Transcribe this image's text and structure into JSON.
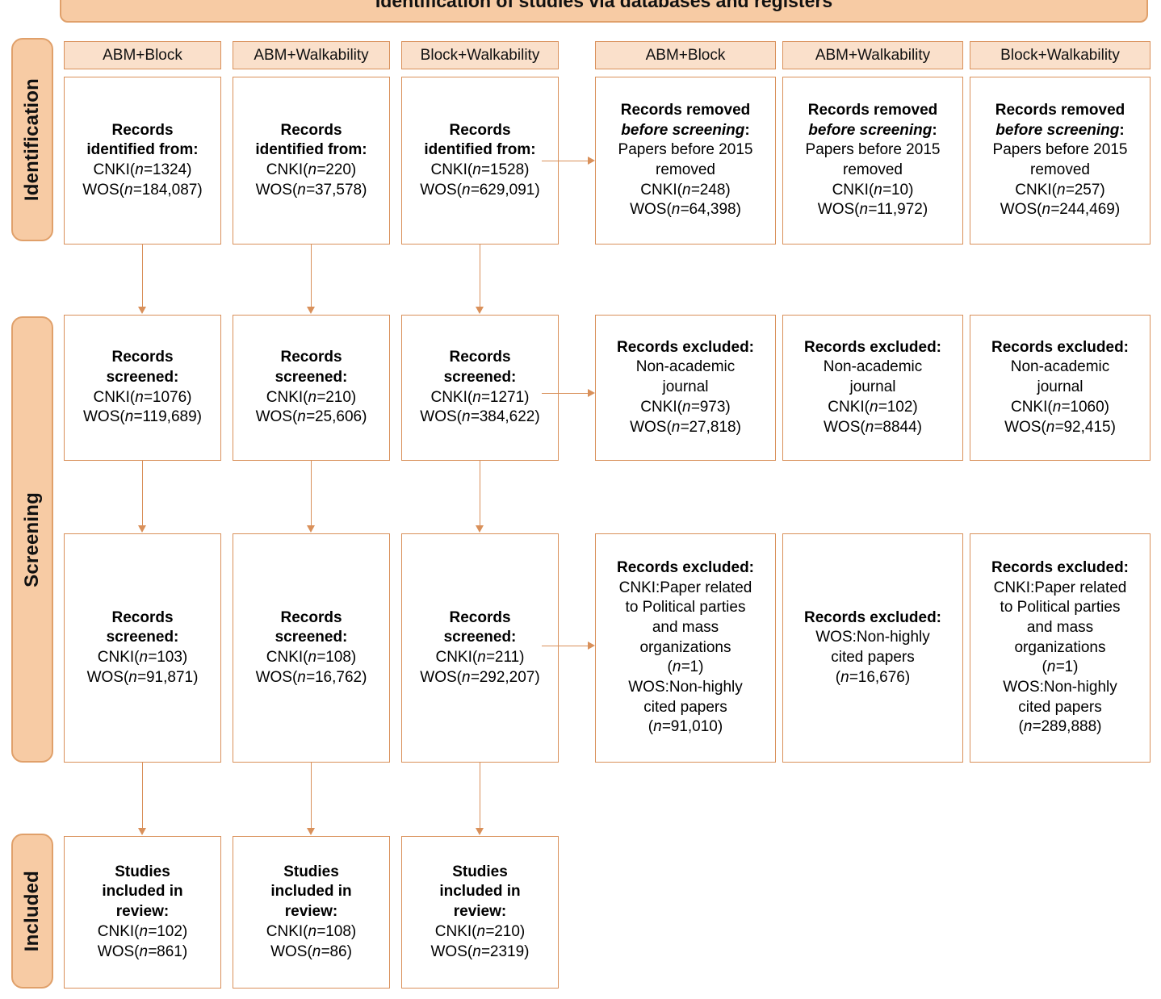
{
  "header": {
    "title": "Identification of studies via databases and registers"
  },
  "stages": [
    {
      "name": "identification",
      "label": "Identification"
    },
    {
      "name": "screening",
      "label": "Screening"
    },
    {
      "name": "included",
      "label": "Included"
    }
  ],
  "column_headers": {
    "left": [
      "ABM+Block",
      "ABM+Walkability",
      "Block+Walkability"
    ],
    "right": [
      "ABM+Block",
      "ABM+Walkability",
      "Block+Walkability"
    ]
  },
  "identification": {
    "records_identified": [
      {
        "title": "Records\nidentified from:",
        "cnki": "CNKI(n=1324)",
        "wos": "WOS(n=184,087)"
      },
      {
        "title": "Records\nidentified from:",
        "cnki": "CNKI(n=220)",
        "wos": "WOS(n=37,578)"
      },
      {
        "title": "Records\nidentified from:",
        "cnki": "CNKI(n=1528)",
        "wos": "WOS(n=629,091)"
      }
    ],
    "records_removed": [
      {
        "title": "Records removed",
        "title_italic": "before screening",
        "reason": "Papers before 2015\nremoved",
        "cnki": "CNKI(n=248)",
        "wos": "WOS(n=64,398)"
      },
      {
        "title": "Records removed",
        "title_italic": "before screening",
        "reason": "Papers before 2015\nremoved",
        "cnki": "CNKI(n=10)",
        "wos": "WOS(n=11,972)"
      },
      {
        "title": "Records removed",
        "title_italic": "before screening",
        "reason": "Papers before 2015\nremoved",
        "cnki": "CNKI(n=257)",
        "wos": "WOS(n=244,469)"
      }
    ]
  },
  "screening": {
    "screened_row1": [
      {
        "title": "Records\nscreened:",
        "cnki": "CNKI(n=1076)",
        "wos": "WOS(n=119,689)"
      },
      {
        "title": "Records\nscreened:",
        "cnki": "CNKI(n=210)",
        "wos": "WOS(n=25,606)"
      },
      {
        "title": "Records\nscreened:",
        "cnki": "CNKI(n=1271)",
        "wos": "WOS(n=384,622)"
      }
    ],
    "excluded_row1": [
      {
        "title": "Records excluded:",
        "reason": "Non-academic\njournal",
        "cnki": "CNKI(n=973)",
        "wos": "WOS(n=27,818)"
      },
      {
        "title": "Records excluded:",
        "reason": "Non-academic\njournal",
        "cnki": "CNKI(n=102)",
        "wos": "WOS(n=8844)"
      },
      {
        "title": "Records excluded:",
        "reason": "Non-academic\njournal",
        "cnki": "CNKI(n=1060)",
        "wos": "WOS(n=92,415)"
      }
    ],
    "screened_row2": [
      {
        "title": "Records\nscreened:",
        "cnki": "CNKI(n=103)",
        "wos": "WOS(n=91,871)"
      },
      {
        "title": "Records\nscreened:",
        "cnki": "CNKI(n=108)",
        "wos": "WOS(n=16,762)"
      },
      {
        "title": "Records\nscreened:",
        "cnki": "CNKI(n=211)",
        "wos": "WOS(n=292,207)"
      }
    ],
    "excluded_row2": [
      {
        "title": "Records excluded:",
        "cnki_reason": "CNKI:Paper related\nto Political parties\nand mass\norganizations",
        "cnki_n": "(n=1)",
        "wos_reason": "WOS:Non-highly\ncited papers",
        "wos_n": "(n=91,010)"
      },
      {
        "title": "Records excluded:",
        "cnki_reason": "",
        "cnki_n": "",
        "wos_reason": "WOS:Non-highly\ncited papers",
        "wos_n": "(n=16,676)"
      },
      {
        "title": "Records excluded:",
        "cnki_reason": "CNKI:Paper related\nto Political parties\nand mass\norganizations",
        "cnki_n": "(n=1)",
        "wos_reason": "WOS:Non-highly\ncited papers",
        "wos_n": "(n=289,888)"
      }
    ]
  },
  "included": {
    "studies_included": [
      {
        "title": "Studies\nincluded in\nreview:",
        "cnki": "CNKI(n=102)",
        "wos": "WOS(n=861)"
      },
      {
        "title": "Studies\nincluded in\nreview:",
        "cnki": "CNKI(n=108)",
        "wos": "WOS(n=86)"
      },
      {
        "title": "Studies\nincluded in\nreview:",
        "cnki": "CNKI(n=210)",
        "wos": "WOS(n=2319)"
      }
    ]
  },
  "colors": {
    "banner_fill": "#F7CBA4",
    "banner_border": "#E0A06A",
    "header_chip_fill": "#FAE0CB",
    "box_border": "#D9905A",
    "box_fill": "#FFFFFF",
    "connector": "#D9905A"
  }
}
